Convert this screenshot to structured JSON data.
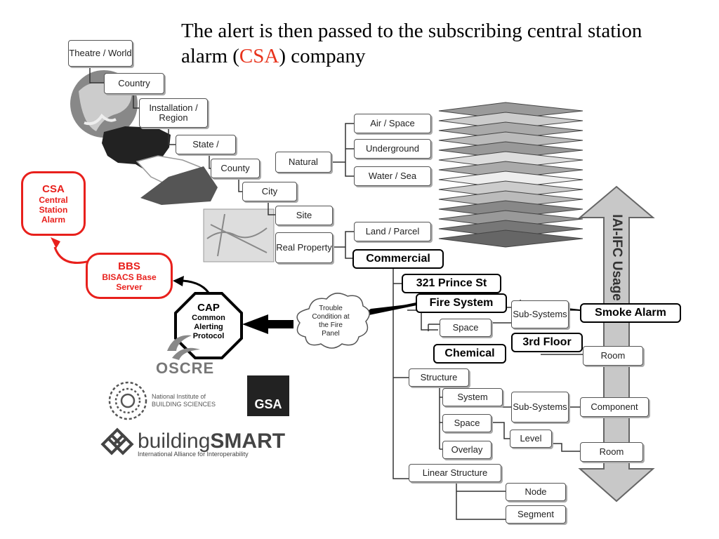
{
  "slide": {
    "title_prefix": "The alert is then passed to the subscribing central station alarm (",
    "title_accent": "CSA",
    "title_suffix": ") company"
  },
  "colors": {
    "alert_red": "#e8201c",
    "title_accent": "#e8331c",
    "box_border": "#555555"
  },
  "hierarchy": {
    "theatre": "Theatre / World",
    "country": "Country",
    "installation": "Installation / Region",
    "state": "State /",
    "county": "County",
    "city": "City",
    "site": "Site",
    "natural": "Natural",
    "air_space": "Air / Space",
    "underground": "Underground",
    "water_sea": "Water / Sea",
    "real_property": "Real Property",
    "land_parcel": "Land / Parcel",
    "commercial": "Commercial",
    "prince_st": "321 Prince St",
    "fire_system": "Fire System",
    "sub_systems_top": "Sub-Systems",
    "smoke_alarm": "Smoke Alarm",
    "space_top": "Space",
    "third_floor": "3rd Floor",
    "chemical": "Chemical",
    "room_top": "Room",
    "structure": "Structure",
    "system": "System",
    "sub_systems": "Sub-Systems",
    "component": "Component",
    "space": "Space",
    "level": "Level",
    "overlay": "Overlay",
    "room": "Room",
    "linear_structure": "Linear Structure",
    "node": "Node",
    "segment": "Segment"
  },
  "usage_arrow": {
    "label": "IAI-IFC Usage"
  },
  "alert_flow": {
    "csa_title": "CSA",
    "csa_sub": "Central Station Alarm",
    "bbs_title": "BBS",
    "bbs_sub": "BISACS Base Server",
    "cap_title": "CAP",
    "cap_sub": "Common Alerting Protocol",
    "trouble": "Trouble Condition at the Fire Panel"
  },
  "logos": {
    "oscre": "OSCRE",
    "nibs_line1": "National Institute of",
    "nibs_line2": "BUILDING SCIENCES",
    "gsa": "GSA",
    "buildingsmart_light": "building",
    "buildingsmart_bold": "SMART",
    "buildingsmart_tagline": "International Alliance for Interoperability"
  }
}
